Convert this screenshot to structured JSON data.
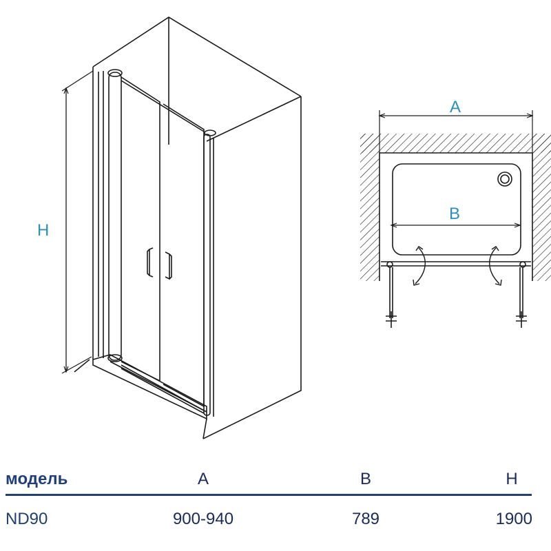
{
  "diagram": {
    "iso_label_height": "H",
    "plan_label_width_a": "A",
    "plan_label_width_b": "B"
  },
  "table": {
    "headers": {
      "model": "модель",
      "a": "A",
      "b": "B",
      "h": "H"
    },
    "rows": [
      {
        "model": "ND90",
        "a": "900-940",
        "b": "789",
        "h": "1900"
      }
    ]
  },
  "colors": {
    "line": "#1a1a1a",
    "dimension_text": "#2a8fbd",
    "table_rule": "#1e3f7a"
  }
}
